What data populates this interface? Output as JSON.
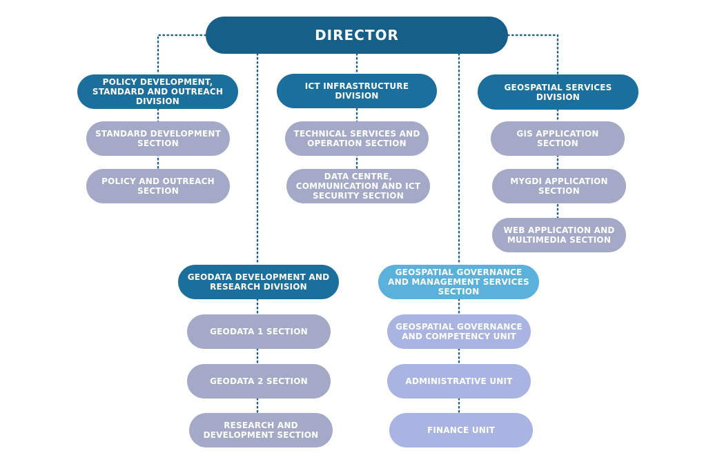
{
  "colors": {
    "director": "#155f89",
    "division": "#1b6f9c",
    "section": "#a3a9c6",
    "governance_section": "#5ab1dc",
    "unit": "#a9b4e2",
    "connector": "#1f5f85"
  },
  "director": {
    "label": "DIRECTOR"
  },
  "policy_division": {
    "label": "POLICY DEVELOPMENT, STANDARD AND OUTREACH DIVISION",
    "sections": [
      "STANDARD DEVELOPMENT SECTION",
      "POLICY AND OUTREACH SECTION"
    ]
  },
  "ict_division": {
    "label": "ICT INFRASTRUCTURE DIVISION",
    "sections": [
      "TECHNICAL SERVICES AND OPERATION SECTION",
      "DATA CENTRE, COMMUNICATION AND ICT SECURITY SECTION"
    ]
  },
  "geospatial_services_division": {
    "label": "GEOSPATIAL SERVICES DIVISION",
    "sections": [
      "GIS APPLICATION SECTION",
      "MYGDI APPLICATION SECTION",
      "WEB APPLICATION AND MULTIMEDIA SECTION"
    ]
  },
  "geodata_division": {
    "label": "GEODATA DEVELOPMENT AND RESEARCH DIVISION",
    "sections": [
      "GEODATA 1 SECTION",
      "GEODATA 2 SECTION",
      "RESEARCH AND DEVELOPMENT SECTION"
    ]
  },
  "governance_section": {
    "label": "GEOSPATIAL GOVERNANCE AND MANAGEMENT SERVICES SECTION",
    "units": [
      "GEOSPATIAL GOVERNANCE AND COMPETENCY UNIT",
      "ADMINISTRATIVE UNIT",
      "FINANCE UNIT"
    ]
  }
}
